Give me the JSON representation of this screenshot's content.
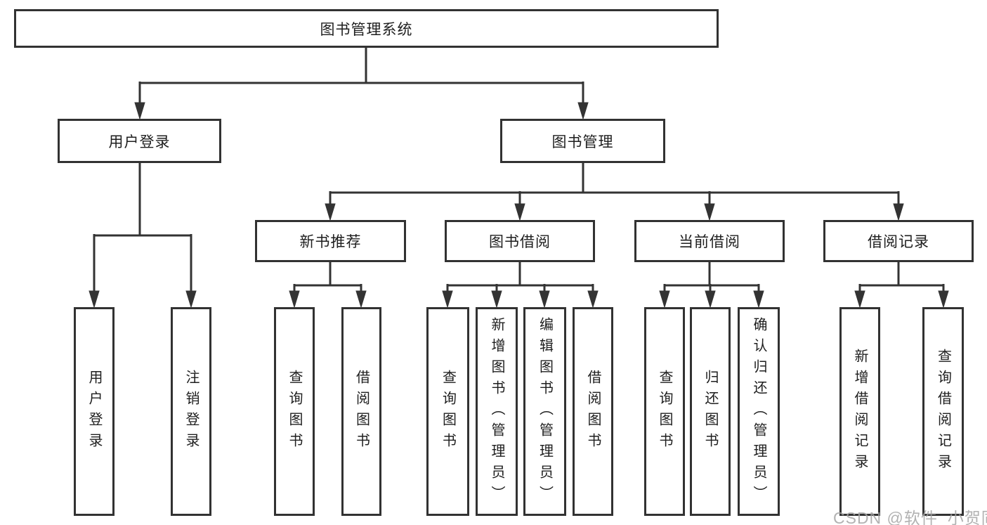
{
  "diagram": {
    "root": "图书管理系统",
    "branches": {
      "user_login": "用户登录",
      "book_mgmt": "图书管理"
    },
    "modules": {
      "new_book_rec": "新书推荐",
      "book_borrow": "图书借阅",
      "current_borrow": "当前借阅",
      "borrow_record": "借阅记录"
    },
    "leaves": {
      "user_login_leaf": "用户登录",
      "logout_leaf": "注销登录",
      "rec_query_book": "查询图书",
      "rec_borrow_book": "借阅图书",
      "bb_query_book": "查询图书",
      "bb_add_book": "新增图书（管理员）",
      "bb_edit_book": "编辑图书（管理员）",
      "bb_borrow_book": "借阅图书",
      "cb_query_book": "查询图书",
      "cb_return_book": "归还图书",
      "cb_confirm_return": "确认归还（管理员）",
      "br_add_record": "新增借阅记录",
      "br_query_record": "查询借阅记录"
    }
  },
  "watermark": "CSDN @软件_小贺同学",
  "colors": {
    "line": "#333333",
    "border": "#323232",
    "text": "#1e1e1e",
    "watermark": "#a5a5a5",
    "background": "#ffffff"
  }
}
